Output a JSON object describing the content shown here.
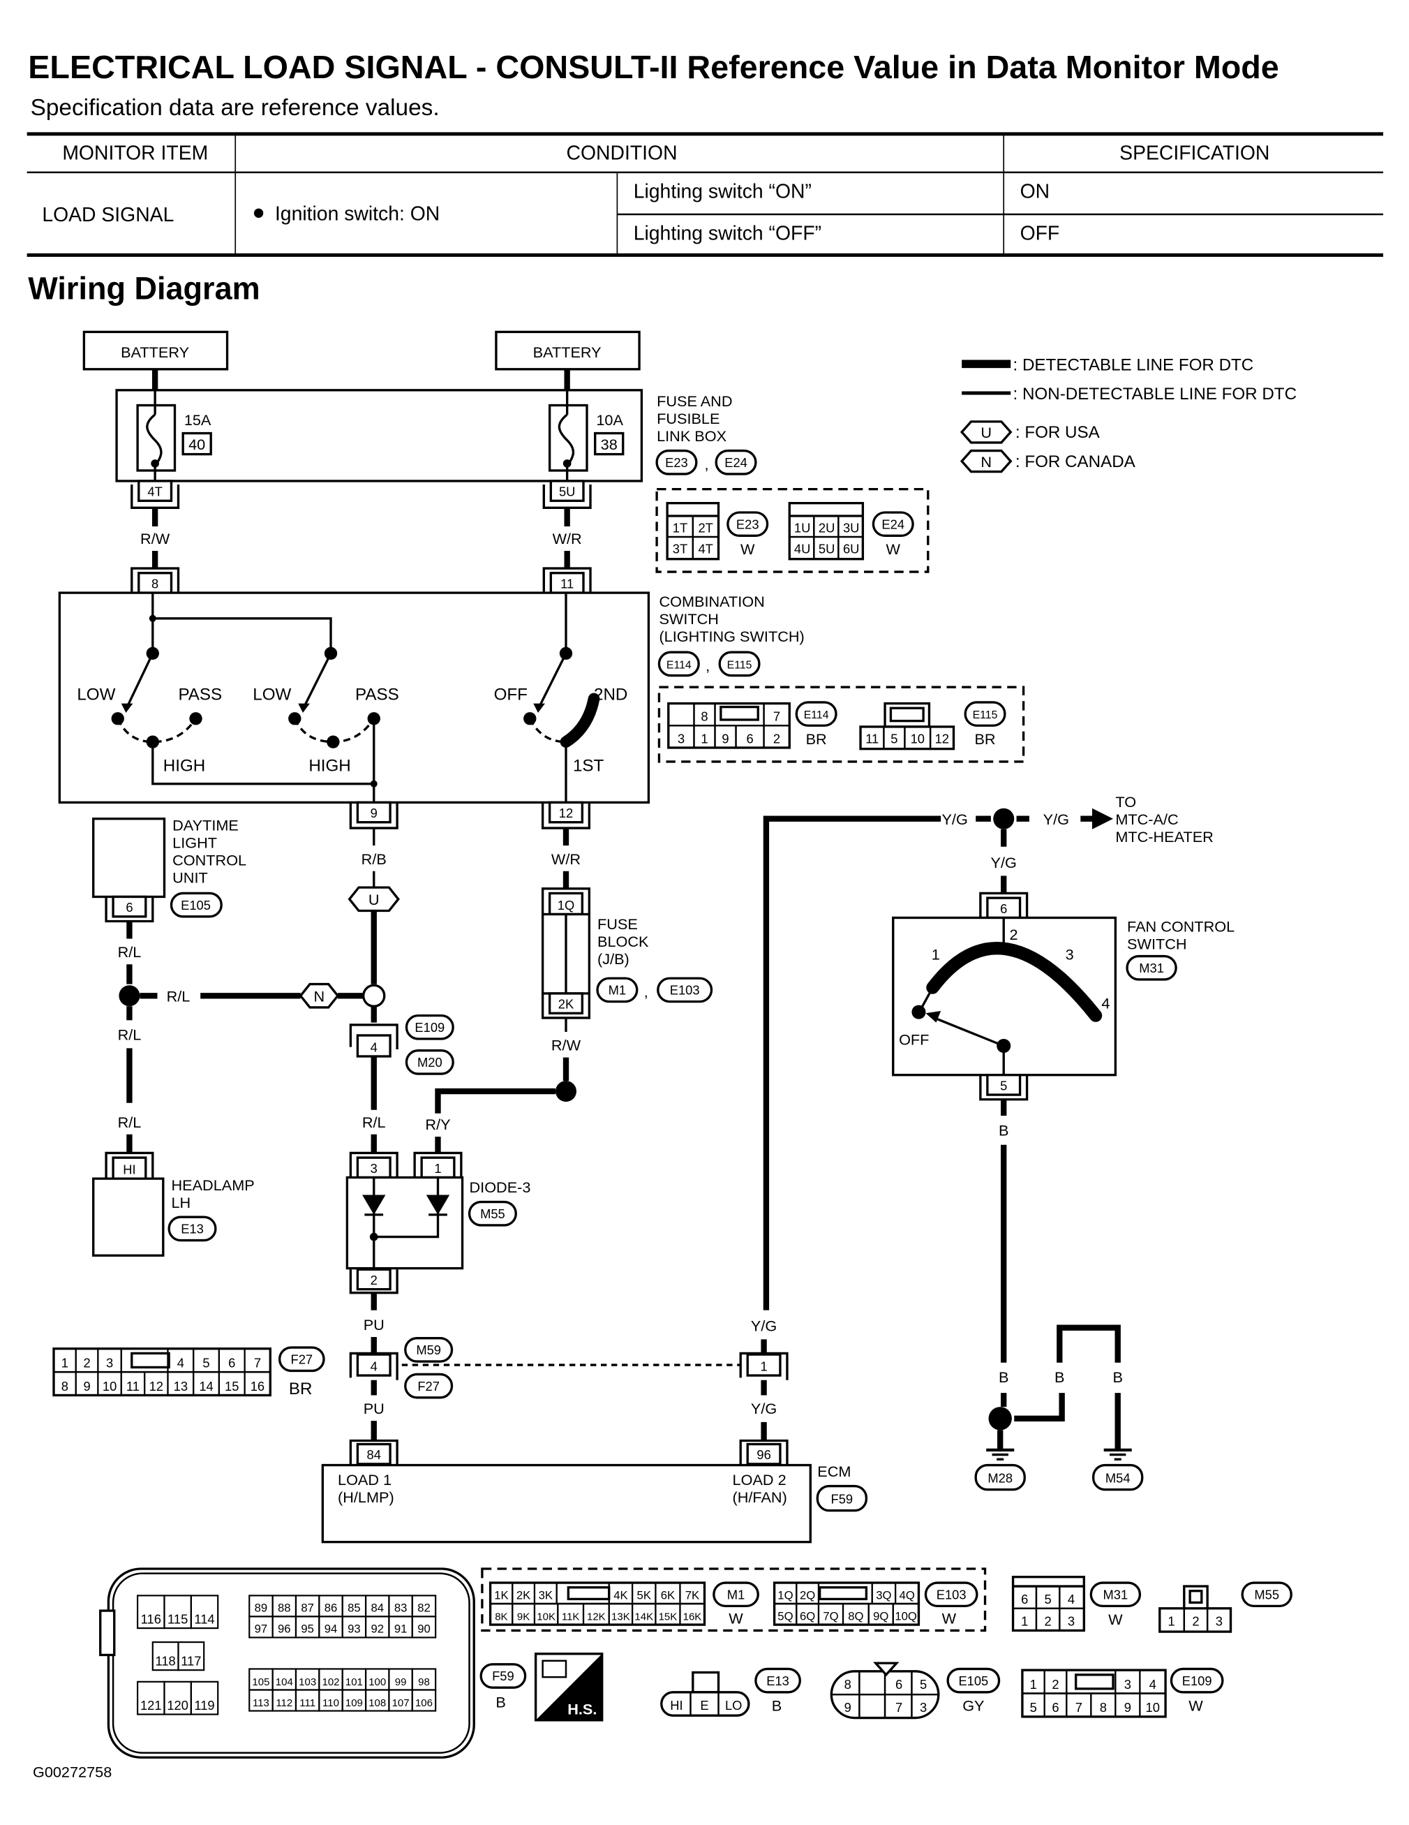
{
  "header": {
    "title": "ELECTRICAL LOAD SIGNAL - CONSULT-II Reference Value in Data Monitor Mode",
    "subtitle": "Specification data are reference values."
  },
  "spec_table": {
    "columns": [
      "MONITOR ITEM",
      "CONDITION",
      "SPECIFICATION"
    ],
    "rows": [
      {
        "monitor_item": "LOAD SIGNAL",
        "condition_main": "Ignition switch: ON",
        "sub_rows": [
          {
            "condition": "Lighting switch “ON”",
            "specification": "ON"
          },
          {
            "condition": "Lighting switch “OFF”",
            "specification": "OFF"
          }
        ]
      }
    ]
  },
  "section": {
    "title": "Wiring Diagram"
  },
  "legend": {
    "detectable": ": DETECTABLE LINE FOR DTC",
    "non_detectable": ": NON-DETECTABLE LINE FOR DTC",
    "usa_code": "U",
    "usa": ": FOR USA",
    "canada_code": "N",
    "canada": ": FOR CANADA"
  },
  "components": {
    "battery_left": "BATTERY",
    "battery_right": "BATTERY",
    "fuse_left_amp": "15A",
    "fuse_left_no": "40",
    "fuse_right_amp": "10A",
    "fuse_right_no": "38",
    "fuse_box": [
      "FUSE AND",
      "FUSIBLE",
      "LINK BOX"
    ],
    "fuse_box_conn": [
      "E23",
      "E24"
    ],
    "combo_switch": [
      "COMBINATION",
      "SWITCH",
      "(LIGHTING SWITCH)"
    ],
    "combo_conn": [
      "E114",
      "E115"
    ],
    "switch_labels": {
      "low1": "LOW",
      "pass1": "PASS",
      "low2": "LOW",
      "pass2": "PASS",
      "high1": "HIGH",
      "high2": "HIGH",
      "off": "OFF",
      "second": "2ND",
      "first": "1ST"
    },
    "dlcu": [
      "DAYTIME",
      "LIGHT",
      "CONTROL",
      "UNIT"
    ],
    "dlcu_conn": "E105",
    "fuse_block": [
      "FUSE",
      "BLOCK",
      "(J/B)"
    ],
    "fuse_block_conn": [
      "M1",
      "E103"
    ],
    "headlamp": [
      "HEADLAMP",
      "LH"
    ],
    "headlamp_conn": "E13",
    "diode": "DIODE-3",
    "diode_conn": "M55",
    "fan_switch": [
      "FAN CONTROL",
      "SWITCH"
    ],
    "fan_conn": "M31",
    "fan_positions": {
      "p1": "1",
      "p2": "2",
      "p3": "3",
      "p4": "4",
      "off": "OFF"
    },
    "to_mtc": [
      "TO",
      "MTC-A/C",
      "MTC-HEATER"
    ],
    "ecm": "ECM",
    "ecm_conn": "F59",
    "load1": [
      "LOAD 1",
      "(H/LMP)"
    ],
    "load2": [
      "LOAD 2",
      "(H/FAN)"
    ],
    "ground_left": "M28",
    "ground_right": "M54",
    "joint_conn": [
      "E109",
      "M20"
    ],
    "joint_conn2": [
      "M59",
      "F27"
    ]
  },
  "terminals": {
    "t4T": "4T",
    "t5U": "5U",
    "t8": "8",
    "t11": "11",
    "t9": "9",
    "t12": "12",
    "t6": "6",
    "t1Q": "1Q",
    "t2K": "2K",
    "t4": "4",
    "tHI": "HI",
    "t3": "3",
    "t1": "1",
    "t2": "2",
    "tj4": "4",
    "tj1": "1",
    "t84": "84",
    "t96": "96",
    "tf6": "6",
    "tf5": "5"
  },
  "wires": {
    "rw1": "R/W",
    "wr1": "W/R",
    "rb": "R/B",
    "wr2": "W/R",
    "rl1": "R/L",
    "rl2": "R/L",
    "rl3": "R/L",
    "rl4": "R/L",
    "rl5": "R/L",
    "rw2": "R/W",
    "ry": "R/Y",
    "pu1": "PU",
    "pu2": "PU",
    "yg1": "Y/G",
    "yg2": "Y/G",
    "yg3": "Y/G",
    "yg4": "Y/G",
    "yg5": "Y/G",
    "b1": "B",
    "b2": "B",
    "b3": "B",
    "b4": "B",
    "u": "U",
    "n": "N"
  },
  "connector_views": {
    "e23": {
      "code": "E23",
      "color": "W",
      "pins": [
        "1T",
        "2T",
        "3T",
        "4T"
      ]
    },
    "e24": {
      "code": "E24",
      "color": "W",
      "pins": [
        "1U",
        "2U",
        "3U",
        "4U",
        "5U",
        "6U"
      ]
    },
    "e114": {
      "code": "E114",
      "color": "BR",
      "top": [
        "8",
        "7"
      ],
      "bottom": [
        "3",
        "1",
        "9",
        "6",
        "2"
      ]
    },
    "e115": {
      "code": "E115",
      "color": "BR",
      "bottom": [
        "11",
        "5",
        "10",
        "12"
      ]
    },
    "f27": {
      "code": "F27",
      "color": "BR",
      "top": [
        "1",
        "2",
        "3",
        "4",
        "5",
        "6",
        "7"
      ],
      "bottom": [
        "8",
        "9",
        "10",
        "11",
        "12",
        "13",
        "14",
        "15",
        "16"
      ]
    },
    "f59": {
      "code": "F59",
      "color": "B",
      "g1": [
        "116",
        "115",
        "114"
      ],
      "g2": [
        "118",
        "117"
      ],
      "g3": [
        "121",
        "120",
        "119"
      ],
      "top1": [
        "89",
        "88",
        "87",
        "86",
        "85",
        "84",
        "83",
        "82"
      ],
      "top2": [
        "97",
        "96",
        "95",
        "94",
        "93",
        "92",
        "91",
        "90"
      ],
      "bot1": [
        "105",
        "104",
        "103",
        "102",
        "101",
        "100",
        "99",
        "98"
      ],
      "bot2": [
        "113",
        "112",
        "111",
        "110",
        "109",
        "108",
        "107",
        "106"
      ]
    },
    "hs": "H.S.",
    "m1": {
      "code": "M1",
      "color": "W",
      "top": [
        "1K",
        "2K",
        "3K",
        "4K",
        "5K",
        "6K",
        "7K"
      ],
      "bottom": [
        "8K",
        "9K",
        "10K",
        "11K",
        "12K",
        "13K",
        "14K",
        "15K",
        "16K"
      ]
    },
    "e103": {
      "code": "E103",
      "color": "W",
      "top": [
        "1Q",
        "2Q",
        "3Q",
        "4Q"
      ],
      "bottom": [
        "5Q",
        "6Q",
        "7Q",
        "8Q",
        "9Q",
        "10Q"
      ]
    },
    "e13": {
      "code": "E13",
      "color": "B",
      "pins": [
        "HI",
        "E",
        "LO"
      ]
    },
    "e105": {
      "code": "E105",
      "color": "GY",
      "top": [
        "8",
        "",
        "6",
        "5"
      ],
      "bottom": [
        "9",
        "",
        "7",
        "3"
      ]
    },
    "m31": {
      "code": "M31",
      "color": "W",
      "top": [
        "6",
        "5",
        "4"
      ],
      "bottom": [
        "1",
        "2",
        "3"
      ]
    },
    "m55": {
      "code": "M55",
      "pins": [
        "1",
        "2",
        "3"
      ]
    },
    "e109": {
      "code": "E109",
      "color": "W",
      "top": [
        "1",
        "2",
        "3",
        "4"
      ],
      "bottom": [
        "5",
        "6",
        "7",
        "8",
        "9",
        "10"
      ]
    }
  },
  "footer": {
    "figure_id": "G00272758"
  }
}
